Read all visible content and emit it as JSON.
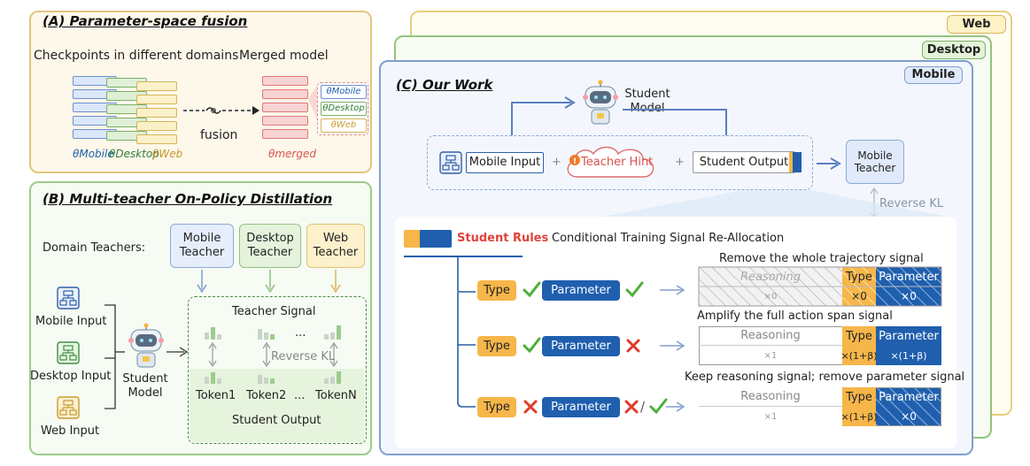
{
  "panel_a": {
    "title": "(A) Parameter-space fusion",
    "checkpoints_label": "Checkpoints in different domains",
    "merged_label": "Merged model",
    "fusion_label": "fusion",
    "theta_mobile": "θMobile",
    "theta_desktop": "θDesktop",
    "theta_web": "θWeb",
    "theta_merged": "θmerged",
    "legend": [
      "θMobile",
      "θDesktop",
      "θWeb"
    ]
  },
  "panel_b": {
    "title": "(B) Multi-teacher On-Policy Distillation",
    "domain_teachers_label": "Domain Teachers:",
    "teachers": [
      "Mobile Teacher",
      "Desktop Teacher",
      "Web Teacher"
    ],
    "inputs": [
      "Mobile Input",
      "Desktop Input",
      "Web Input"
    ],
    "student_model": "Student Model",
    "teacher_signal": "Teacher Signal",
    "reverse_kl": "Reverse KL",
    "tokens": [
      "Token1",
      "Token2",
      "...",
      "TokenN"
    ],
    "dots": "...",
    "student_output": "Student Output"
  },
  "panel_c": {
    "domain_tabs": [
      "Web",
      "Desktop",
      "Mobile"
    ],
    "title": "(C) Our Work",
    "student_model": "Student Model",
    "mobile_input": "Mobile Input",
    "teacher_hint": "Teacher Hint",
    "plus": "+",
    "student_output": "Student Output",
    "mobile_teacher": "Mobile Teacher",
    "reverse_kl": "Reverse KL",
    "student_rules": "Student Rules",
    "realloc": "Conditional Training Signal Re-Allocation",
    "type": "Type",
    "parameter": "Parameter",
    "slash": "/",
    "rows": [
      {
        "caption": "Remove the whole trajectory signal",
        "reasoning": "Reasoning",
        "type_label": "Type",
        "param_label": "Parameter",
        "w_reason": "×0",
        "w_type": "×0",
        "w_param": "×0"
      },
      {
        "caption": "Amplify the full action span signal",
        "reasoning": "Reasoning",
        "type_label": "Type",
        "param_label": "Parameter",
        "w_reason": "×1",
        "w_type": "×(1+β)",
        "w_param": "×(1+β)"
      },
      {
        "caption": "Keep reasoning signal; remove parameter signal",
        "reasoning": "Reasoning",
        "type_label": "Type",
        "param_label": "Parameter",
        "w_reason": "×1",
        "w_type": "×(1+β)",
        "w_param": "×0"
      }
    ]
  },
  "colors": {
    "mobile_blue": "#1f5fae",
    "desktop_green": "#4f9d55",
    "web_gold": "#c99a2e",
    "type_orange": "#f6b649",
    "merged_red": "#e07878",
    "check_green": "#4caf3a",
    "cross_red": "#e03a2a"
  }
}
